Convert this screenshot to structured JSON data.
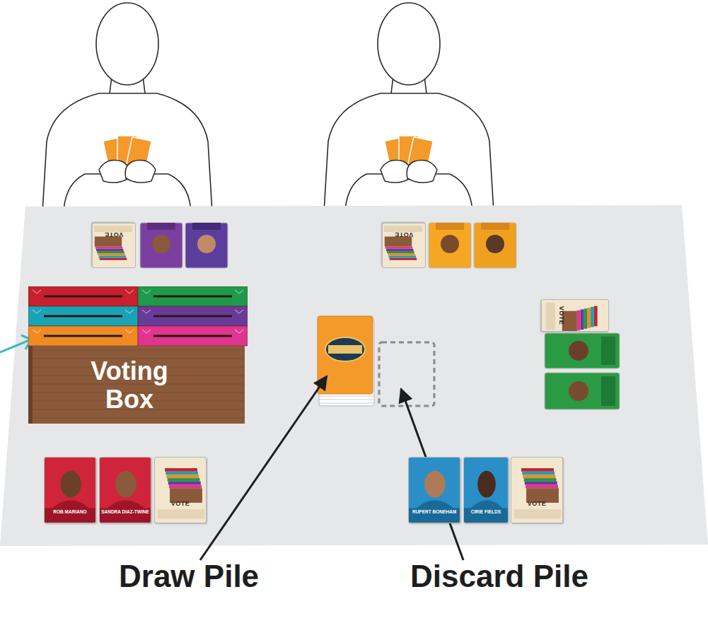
{
  "diagram": {
    "nodes": [
      {
        "text": [
          "VOTE"
        ]
      },
      {
        "text": [
          "VOTE"
        ]
      },
      {
        "text": [
          "Voting Box"
        ]
      },
      {
        "text": [
          "VOTE"
        ]
      },
      {
        "text": [
          "ROB MARIANO"
        ]
      },
      {
        "text": [
          "SANDRA DIAZ-TWINE"
        ]
      },
      {
        "text": [
          "VOTE"
        ]
      },
      {
        "text": [
          "RUPERT BONEHAM"
        ]
      },
      {
        "text": [
          "CIRIE FIELDS"
        ]
      },
      {
        "text": [
          "VOTE"
        ]
      }
    ],
    "labels": [
      "Draw Pile",
      "Discard Pile"
    ]
  }
}
